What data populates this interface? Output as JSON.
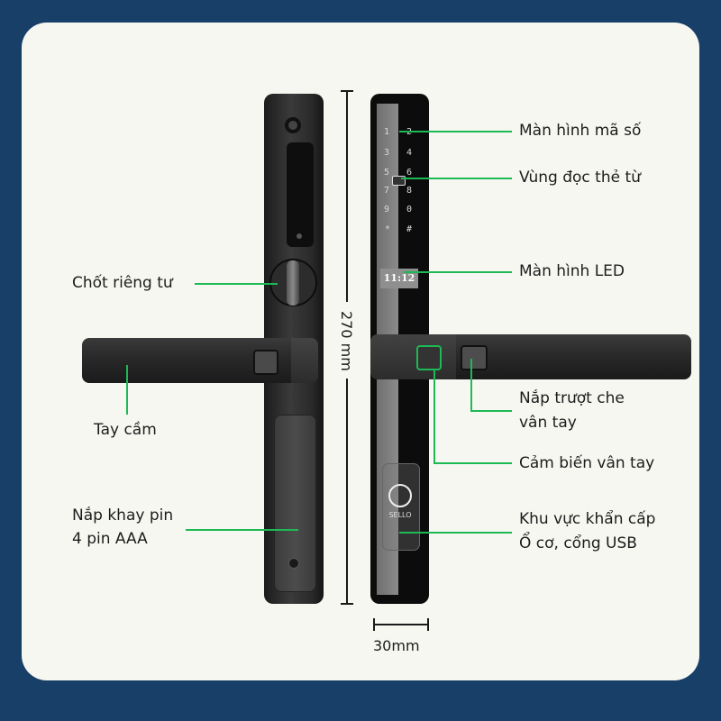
{
  "diagram": {
    "subject": "Smart door lock (front and side views)",
    "dimensions": {
      "height": "270 mm",
      "width": "30mm"
    },
    "keypad": {
      "keys": [
        "1",
        "2",
        "3",
        "4",
        "5",
        "6",
        "7",
        "8",
        "9",
        "0",
        "*",
        "#"
      ]
    },
    "led_display": "11:12",
    "brand_logo": "SELLO",
    "labels_left": {
      "privacy_latch": "Chốt riêng tư",
      "handle": "Tay cầm",
      "battery_cover_line1": "Nắp khay pin",
      "battery_cover_line2": "4 pin AAA"
    },
    "labels_right": {
      "keypad_screen": "Màn hình mã số",
      "card_reader": "Vùng đọc thẻ từ",
      "led_screen": "Màn hình LED",
      "fp_cover_line1": "Nắp trượt che",
      "fp_cover_line2": "vân tay",
      "fp_sensor": "Cảm biến vân tay",
      "emergency_line1": "Khu vực khẩn cấp",
      "emergency_line2": "Ổ cơ, cổng USB"
    },
    "colors": {
      "background": "#173f68",
      "card": "#f7f7f2",
      "callout": "#1db954",
      "device": "#1a1a1a"
    }
  }
}
